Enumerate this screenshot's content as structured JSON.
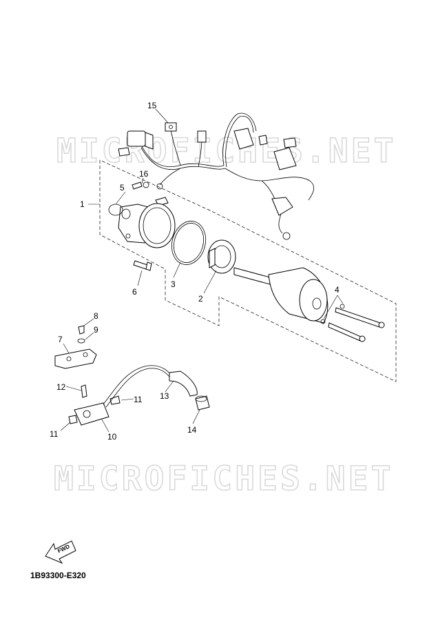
{
  "watermark": "MICROFICHES.NET",
  "diagram_code": "1B93300-E320",
  "fwd_label": "FWD",
  "callouts": [
    "1",
    "2",
    "3",
    "4",
    "5",
    "6",
    "7",
    "8",
    "9",
    "10",
    "11",
    "11",
    "12",
    "13",
    "14",
    "15",
    "16"
  ]
}
